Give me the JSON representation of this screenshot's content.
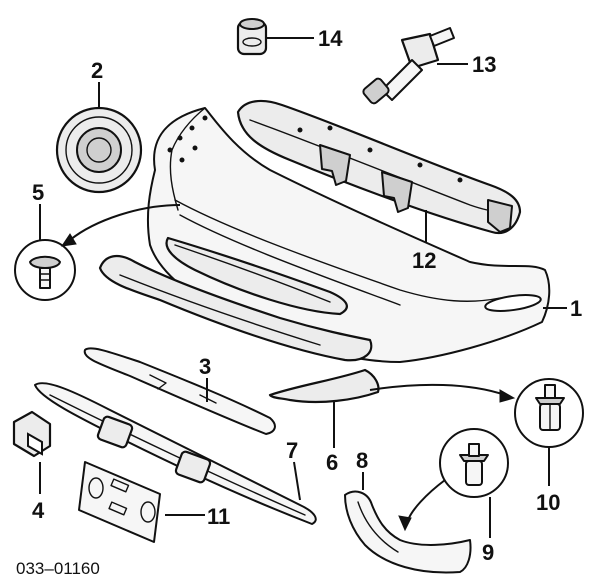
{
  "callouts": [
    {
      "id": "c1",
      "label": "1"
    },
    {
      "id": "c2",
      "label": "2"
    },
    {
      "id": "c3",
      "label": "3"
    },
    {
      "id": "c4",
      "label": "4"
    },
    {
      "id": "c5",
      "label": "5"
    },
    {
      "id": "c6",
      "label": "6"
    },
    {
      "id": "c7",
      "label": "7"
    },
    {
      "id": "c8",
      "label": "8"
    },
    {
      "id": "c9",
      "label": "9"
    },
    {
      "id": "c10",
      "label": "10"
    },
    {
      "id": "c11",
      "label": "11"
    },
    {
      "id": "c12",
      "label": "12"
    },
    {
      "id": "c13",
      "label": "13"
    },
    {
      "id": "c14",
      "label": "14"
    }
  ],
  "labels": {
    "1": "1",
    "2": "2",
    "3": "3",
    "4": "4",
    "5": "5",
    "6": "6",
    "7": "7",
    "8": "8",
    "9": "9",
    "10": "10",
    "11": "11",
    "12": "12",
    "13": "13",
    "14": "14"
  },
  "figure_code": "033–01160"
}
